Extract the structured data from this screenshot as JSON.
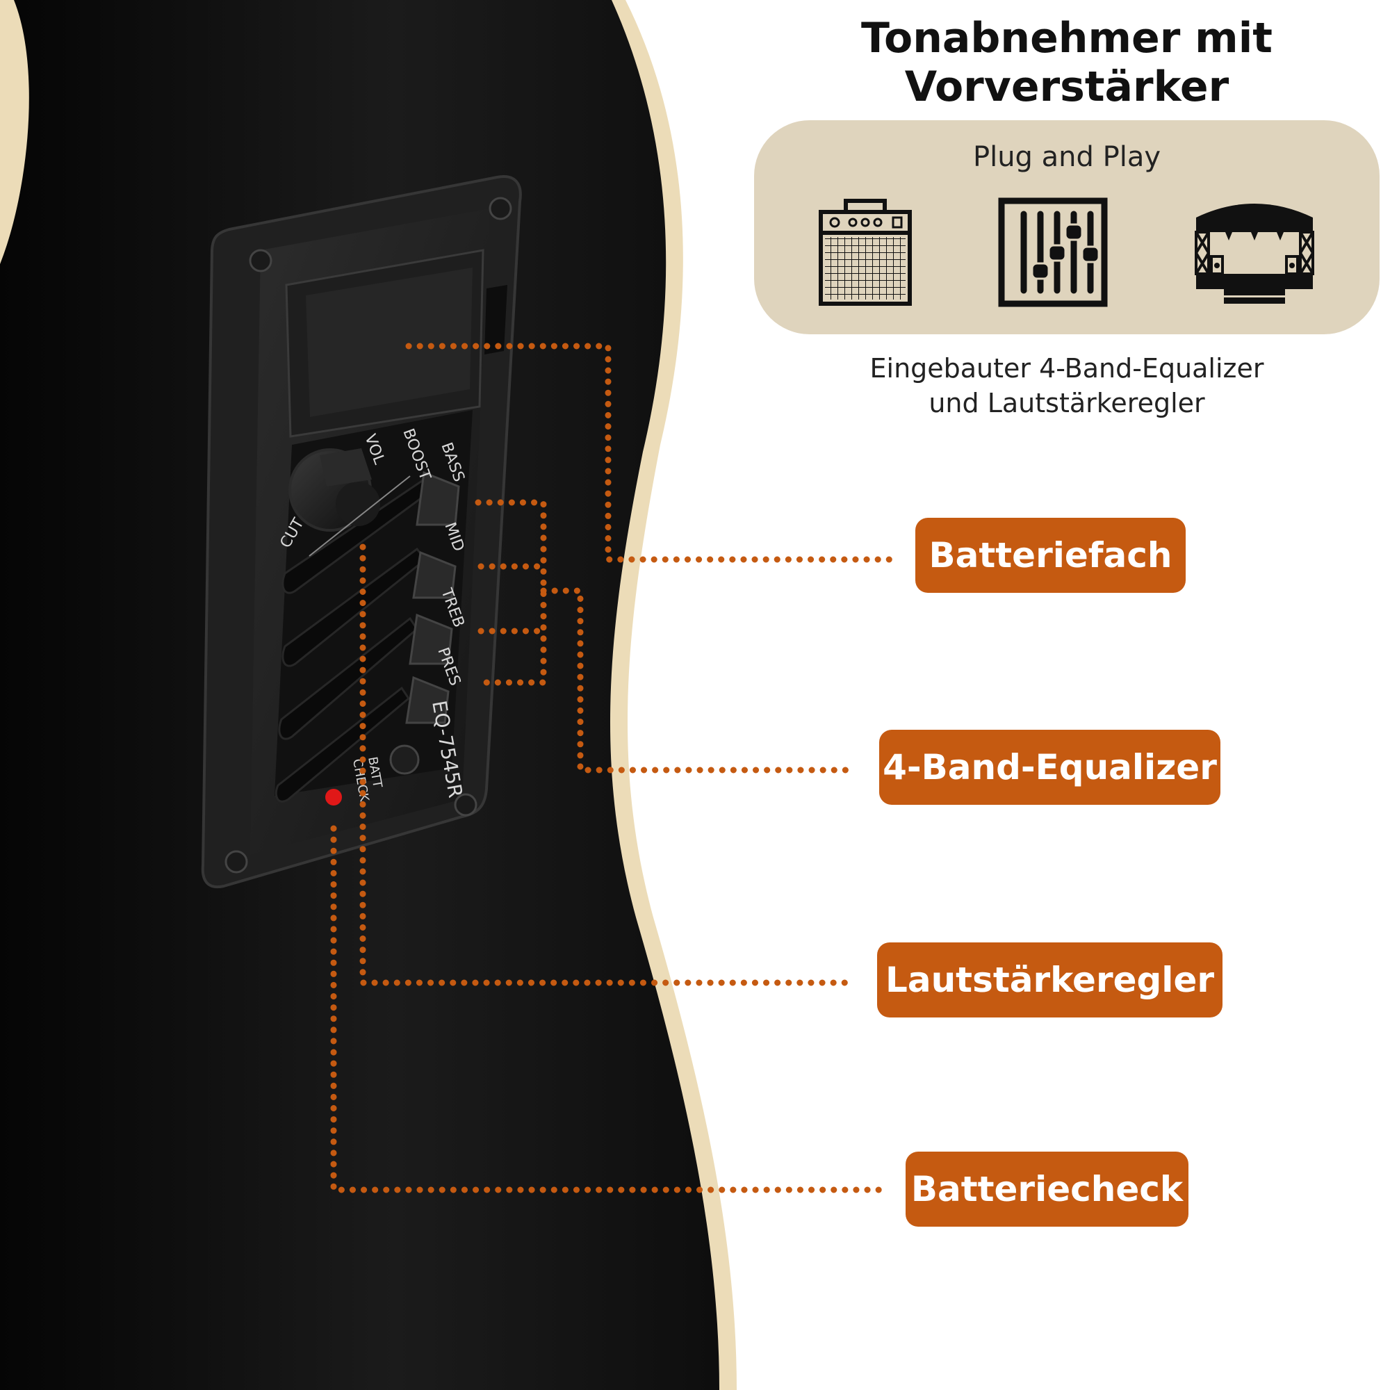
{
  "header": {
    "title_line1": "Tonabnehmer mit",
    "title_line2": "Vorverstärker"
  },
  "feature_panel": {
    "subtitle": "Plug and Play",
    "icons": [
      "amplifier-icon",
      "mixer-sliders-icon",
      "stage-icon"
    ]
  },
  "description": {
    "line1": "Eingebauter 4-Band-Equalizer",
    "line2": "und Lautstärkeregler"
  },
  "preamp_labels": {
    "volume": "VOL",
    "boost": "BOOST",
    "bass": "BASS",
    "cut": "CUT",
    "mid": "MID",
    "treble": "TREB",
    "presence": "PRES",
    "model": "EQ-7545R",
    "batt_line1": "BATT",
    "batt_line2": "CHECK"
  },
  "callouts": [
    {
      "label": "Batteriefach"
    },
    {
      "label": "4-Band-Equalizer"
    },
    {
      "label": "Lautstärkeregler"
    },
    {
      "label": "Batteriecheck"
    }
  ],
  "colors": {
    "accent": "#c55a11",
    "panel_bg": "#dfd4bd",
    "guitar_body": "#141414",
    "binding": "#ecdcb8",
    "led": "#e01818"
  }
}
